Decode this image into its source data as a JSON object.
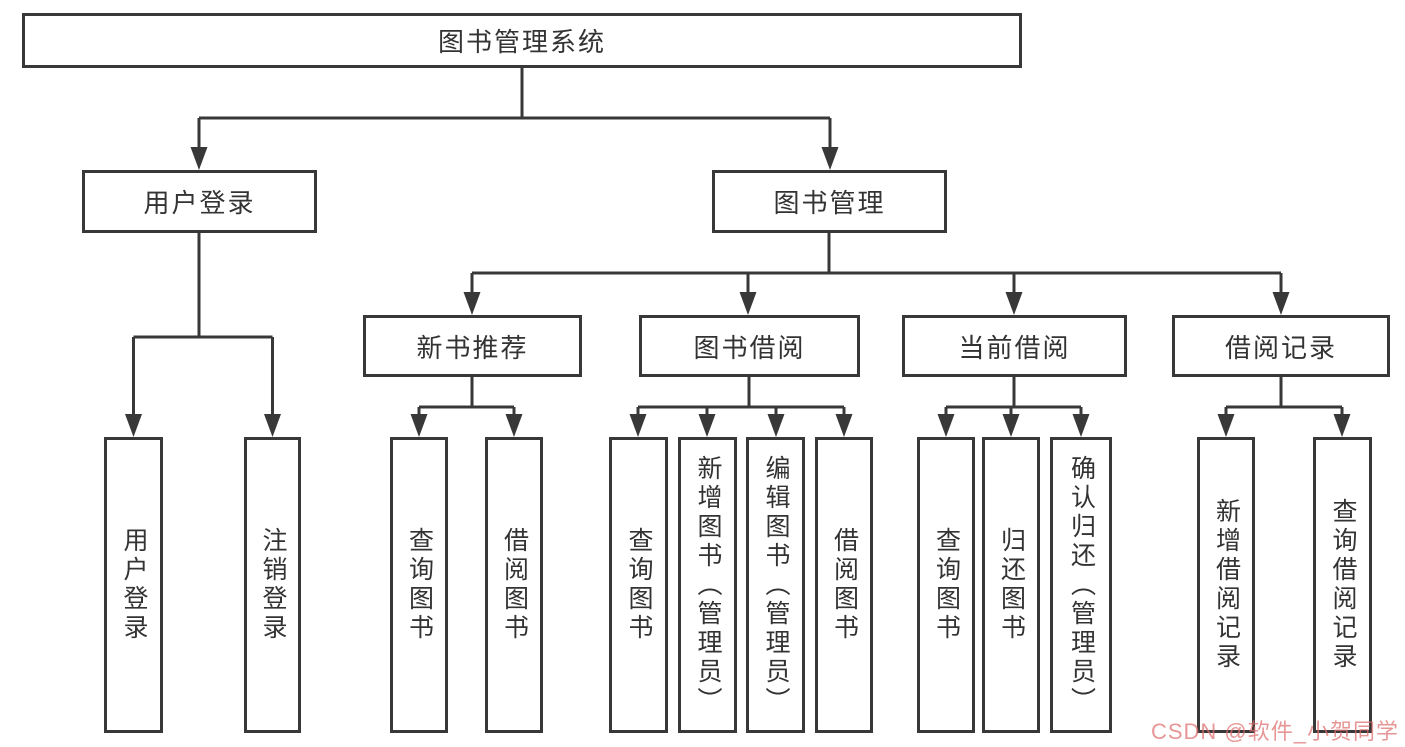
{
  "title": "图书管理系统",
  "watermark": "CSDN @软件_小贺同学",
  "colors": {
    "line": "#383838",
    "text": "#333333",
    "box_border": "#383838",
    "background": "#ffffff",
    "watermark": "#de6e6e"
  },
  "tree": {
    "root": {
      "label": "图书管理系统",
      "children": [
        {
          "label": "用户登录",
          "children": [
            {
              "label": "用户登录"
            },
            {
              "label": "注销登录"
            }
          ]
        },
        {
          "label": "图书管理",
          "children": [
            {
              "label": "新书推荐",
              "children": [
                {
                  "label": "查询图书"
                },
                {
                  "label": "借阅图书"
                }
              ]
            },
            {
              "label": "图书借阅",
              "children": [
                {
                  "label": "查询图书"
                },
                {
                  "label": "新增图书（管理员）"
                },
                {
                  "label": "编辑图书（管理员）"
                },
                {
                  "label": "借阅图书"
                }
              ]
            },
            {
              "label": "当前借阅",
              "children": [
                {
                  "label": "查询图书"
                },
                {
                  "label": "归还图书"
                },
                {
                  "label": "确认归还（管理员）"
                }
              ]
            },
            {
              "label": "借阅记录",
              "children": [
                {
                  "label": "新增借阅记录"
                },
                {
                  "label": "查询借阅记录"
                }
              ]
            }
          ]
        }
      ]
    }
  }
}
